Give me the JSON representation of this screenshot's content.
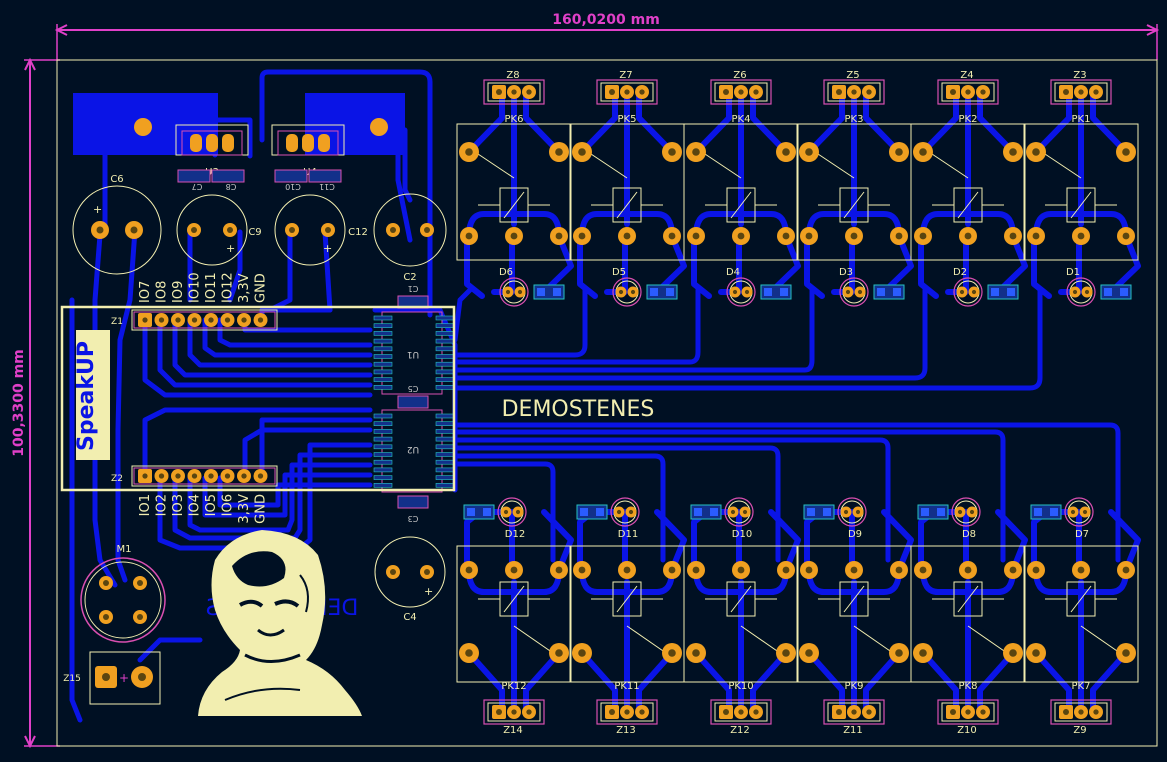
{
  "dimensions": {
    "width_label": "160,0200 mm",
    "height_label": "100,3300 mm"
  },
  "board_text": {
    "main_title": "DEMOSTENES",
    "mirrored_title": "DEMOSTENES",
    "module_logo": "SpeakUP"
  },
  "module": {
    "top_connector": "Z1",
    "bottom_connector": "Z2",
    "top_pins": [
      "IO7",
      "IO8",
      "IO9",
      "IO10",
      "IO11",
      "IO12",
      "3,3V",
      "GND"
    ],
    "bottom_pins": [
      "IO1",
      "IO2",
      "IO3",
      "IO4",
      "IO5",
      "IO6",
      "3,3V",
      "GND"
    ]
  },
  "power": {
    "regulators": [
      "U3",
      "U4"
    ],
    "caps_small": [
      "C7",
      "C8",
      "C10",
      "C11"
    ],
    "caps_electrolytic": [
      "C6",
      "C9",
      "C12",
      "C2",
      "C4"
    ],
    "chip_caps": [
      "C1",
      "C3",
      "C5"
    ],
    "ics": [
      "U1",
      "U2"
    ],
    "mic": "M1",
    "power_connector": "Z15"
  },
  "top_channels": [
    {
      "relay": "PK6",
      "conn": "Z8",
      "diode": "D6"
    },
    {
      "relay": "PK5",
      "conn": "Z7",
      "diode": "D5"
    },
    {
      "relay": "PK4",
      "conn": "Z6",
      "diode": "D4"
    },
    {
      "relay": "PK3",
      "conn": "Z5",
      "diode": "D3"
    },
    {
      "relay": "PK2",
      "conn": "Z4",
      "diode": "D2"
    },
    {
      "relay": "PK1",
      "conn": "Z3",
      "diode": "D1"
    }
  ],
  "bottom_channels": [
    {
      "relay": "PK12",
      "conn": "Z14",
      "diode": "D12"
    },
    {
      "relay": "PK11",
      "conn": "Z13",
      "diode": "D11"
    },
    {
      "relay": "PK10",
      "conn": "Z12",
      "diode": "D10"
    },
    {
      "relay": "PK9",
      "conn": "Z11",
      "diode": "D9"
    },
    {
      "relay": "PK8",
      "conn": "Z10",
      "diode": "D8"
    },
    {
      "relay": "PK7",
      "conn": "Z9",
      "diode": "D7"
    }
  ],
  "colors": {
    "background": "#001023",
    "copper": "#0a14e6",
    "silk": "#f2eeb0",
    "pad": "#f0a020",
    "courtyard": "#d94fb0",
    "dimension": "#e040c8"
  }
}
